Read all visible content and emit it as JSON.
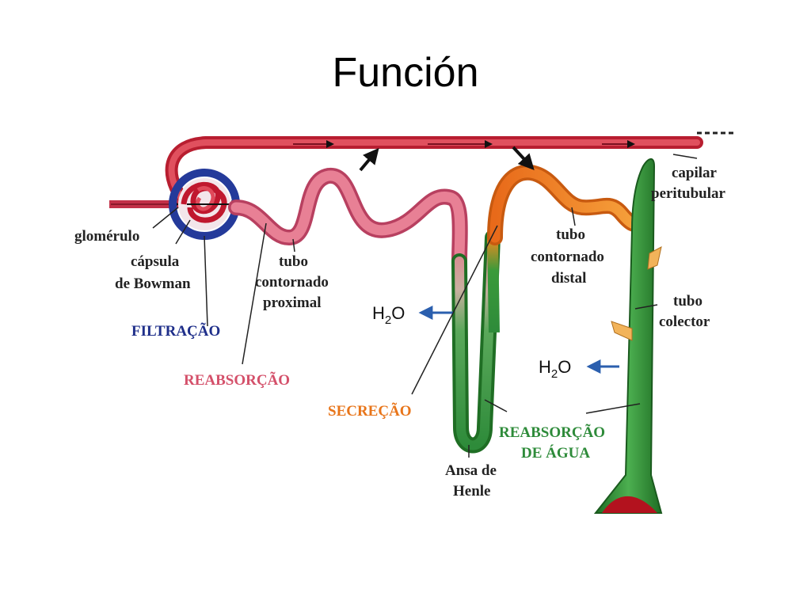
{
  "slide": {
    "title": "Función"
  },
  "labels": {
    "capilar_header": "capilar peritubular",
    "capilar_line1": "capilar",
    "capilar_line2": "peritubular",
    "glomerulo": "glomérulo",
    "capsula_line1": "cápsula",
    "capsula_line2": "de Bowman",
    "tubo_prox_line1": "tubo",
    "tubo_prox_line2": "contornado",
    "tubo_prox_line3": "proximal",
    "tubo_dist_line1": "tubo",
    "tubo_dist_line2": "contornado",
    "tubo_dist_line3": "distal",
    "tubo_col_line1": "tubo",
    "tubo_col_line2": "colector",
    "ansa_line1": "Ansa de",
    "ansa_line2": "Henle",
    "h2o_a": "H",
    "h2o_sub": "2",
    "h2o_o": "O"
  },
  "processes": {
    "filtracao": "FILTRAÇÃO",
    "reabsorcao": "REABSORÇÃO",
    "secrecao": "SECREÇÃO",
    "reab_agua_line1": "REABSORÇÃO",
    "reab_agua_line2": "DE ÁGUA"
  },
  "colors": {
    "filtration": "#1f2f8a",
    "reabsorption": "#d4506a",
    "secretion": "#e8751a",
    "water": "#2e8b3a",
    "capillary": "#d9243a"
  }
}
